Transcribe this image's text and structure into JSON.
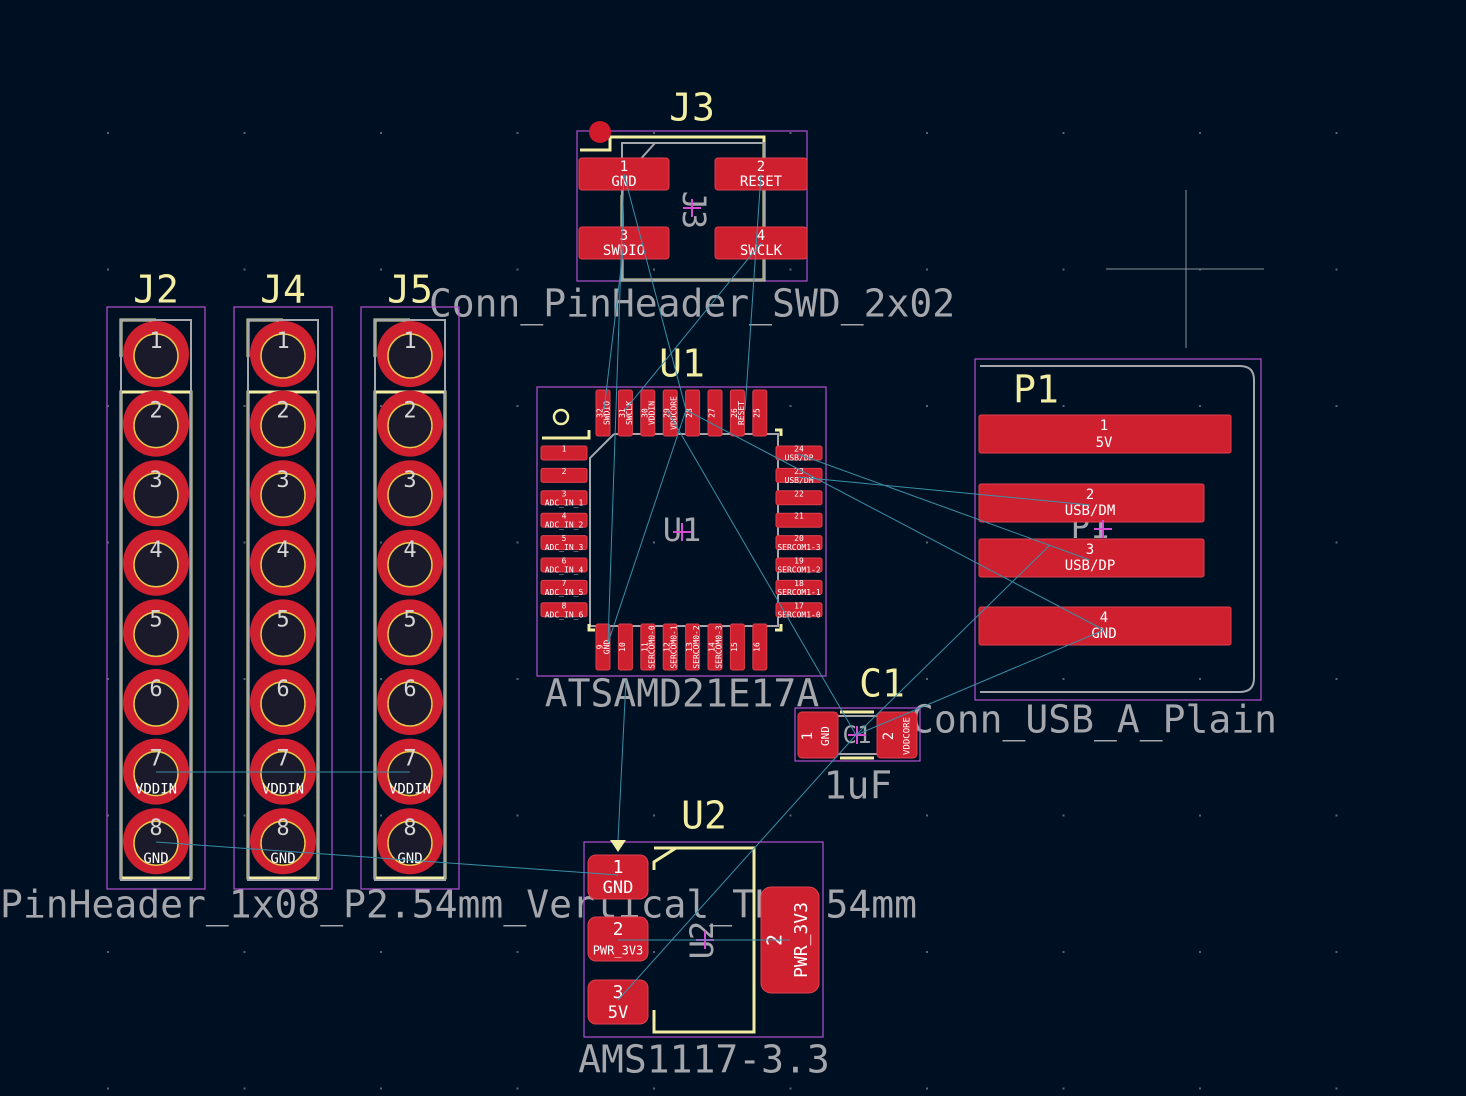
{
  "colors": {
    "background": "#001023",
    "pad": "#cf2030",
    "silkscreen": "#f2eda1",
    "fabrication": "#a5a6ac",
    "courtyard": "#b44fcf",
    "ratsnest": "#3b8fa6",
    "anchor": "#d11a2a"
  },
  "footprints": {
    "j3": {
      "ref": "J3",
      "fab_ref": "J3",
      "value": "Conn_PinHeader_SWD_2x02",
      "pads": [
        {
          "num": "1",
          "net": "GND"
        },
        {
          "num": "2",
          "net": "RESET"
        },
        {
          "num": "3",
          "net": "SWDIO"
        },
        {
          "num": "4",
          "net": "SWCLK"
        }
      ]
    },
    "headers": [
      {
        "ref": "J2"
      },
      {
        "ref": "J4"
      },
      {
        "ref": "J5"
      }
    ],
    "header_pins": [
      {
        "num": "1",
        "net": ""
      },
      {
        "num": "2",
        "net": ""
      },
      {
        "num": "3",
        "net": ""
      },
      {
        "num": "4",
        "net": ""
      },
      {
        "num": "5",
        "net": ""
      },
      {
        "num": "6",
        "net": ""
      },
      {
        "num": "7",
        "net": "VDDIN"
      },
      {
        "num": "8",
        "net": "GND"
      }
    ],
    "header_value_overlap": "PinHeader_1x08_P2.54mm_Vertical_THT",
    "header_value_suffix": "2.54mm",
    "u1": {
      "ref": "U1",
      "fab_ref": "U1",
      "value": "ATSAMD21E17A",
      "left_pads": [
        {
          "num": "1",
          "net": ""
        },
        {
          "num": "2",
          "net": ""
        },
        {
          "num": "3",
          "net": "ADC_IN_1"
        },
        {
          "num": "4",
          "net": "ADC_IN_2"
        },
        {
          "num": "5",
          "net": "ADC_IN_3"
        },
        {
          "num": "6",
          "net": "ADC_IN_4"
        },
        {
          "num": "7",
          "net": "ADC_IN_5"
        },
        {
          "num": "8",
          "net": "ADC_IN_6"
        }
      ],
      "right_pads": [
        {
          "num": "24",
          "net": "USB/DP"
        },
        {
          "num": "23",
          "net": "USB/DM"
        },
        {
          "num": "22",
          "net": ""
        },
        {
          "num": "21",
          "net": ""
        },
        {
          "num": "20",
          "net": "SERCOM1-3"
        },
        {
          "num": "19",
          "net": "SERCOM1-2"
        },
        {
          "num": "18",
          "net": "SERCOM1-1"
        },
        {
          "num": "17",
          "net": "SERCOM1-0"
        }
      ],
      "top_pads": [
        {
          "num": "32",
          "net": "SWDIO"
        },
        {
          "num": "31",
          "net": "SWCLK"
        },
        {
          "num": "30",
          "net": "VDDIN"
        },
        {
          "num": "29",
          "net": "VDDCORE"
        },
        {
          "num": "28",
          "net": ""
        },
        {
          "num": "27",
          "net": ""
        },
        {
          "num": "26",
          "net": "RESET"
        },
        {
          "num": "25",
          "net": ""
        }
      ],
      "bottom_pads": [
        {
          "num": "9",
          "net": "GND"
        },
        {
          "num": "10",
          "net": ""
        },
        {
          "num": "11",
          "net": "SERCOM0-0"
        },
        {
          "num": "12",
          "net": "SERCOM0-1"
        },
        {
          "num": "13",
          "net": "SERCOM0-2"
        },
        {
          "num": "14",
          "net": "SERCOM0-3"
        },
        {
          "num": "15",
          "net": ""
        },
        {
          "num": "16",
          "net": ""
        }
      ]
    },
    "p1": {
      "ref": "P1",
      "fab_ref": "P1",
      "value": "Conn_USB_A_Plain",
      "pads": [
        {
          "num": "1",
          "net": "5V"
        },
        {
          "num": "2",
          "net": "USB/DM"
        },
        {
          "num": "3",
          "net": "USB/DP"
        },
        {
          "num": "4",
          "net": "GND"
        }
      ]
    },
    "c1": {
      "ref": "C1",
      "fab_ref": "C1",
      "value": "1uF",
      "pads": [
        {
          "num": "1",
          "net": "GND"
        },
        {
          "num": "2",
          "net": "VDDCORE"
        }
      ]
    },
    "u2": {
      "ref": "U2",
      "fab_ref": "U2",
      "value": "AMS1117-3.3",
      "pads": [
        {
          "num": "1",
          "net": "GND"
        },
        {
          "num": "2",
          "net": "PWR_3V3"
        },
        {
          "num": "3",
          "net": "5V"
        }
      ],
      "tab_pad": {
        "num": "2",
        "net": "PWR_3V3"
      }
    }
  }
}
